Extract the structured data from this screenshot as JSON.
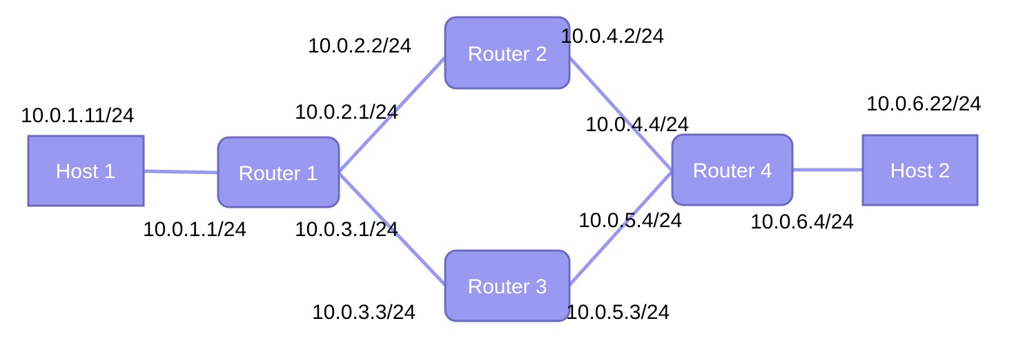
{
  "nodes": {
    "host1": {
      "label": "Host 1"
    },
    "host2": {
      "label": "Host 2"
    },
    "router1": {
      "label": "Router 1"
    },
    "router2": {
      "label": "Router 2"
    },
    "router3": {
      "label": "Router 3"
    },
    "router4": {
      "label": "Router 4"
    }
  },
  "interfaces": {
    "host1": "10.0.1.11/24",
    "router1_host": "10.0.1.1/24",
    "router1_r2": "10.0.2.1/24",
    "router1_r3": "10.0.3.1/24",
    "router2_r1": "10.0.2.2/24",
    "router2_r4": "10.0.4.2/24",
    "router3_r1": "10.0.3.3/24",
    "router3_r4": "10.0.5.3/24",
    "router4_r2": "10.0.4.4/24",
    "router4_r3": "10.0.5.4/24",
    "router4_host": "10.0.6.4/24",
    "host2": "10.0.6.22/24"
  },
  "colors": {
    "node_fill": "#9999f2",
    "node_border": "#6b6bc4",
    "link": "#9999f2",
    "node_text": "#ffffff",
    "ip_text": "#000000"
  }
}
